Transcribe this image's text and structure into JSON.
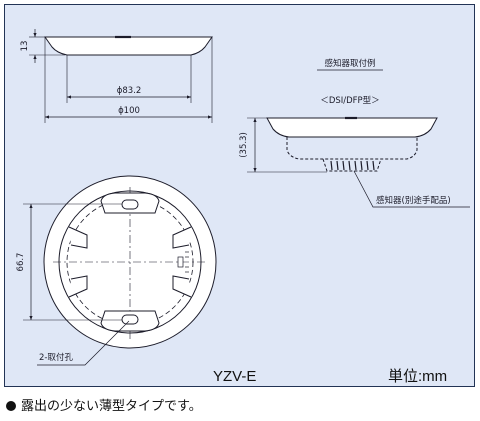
{
  "top_view": {
    "dim_height": "13",
    "dim_inner_dia": "ϕ83.2",
    "dim_outer_dia": "ϕ100"
  },
  "example": {
    "title": "感知器取付例",
    "subtitle": "＜DSI/DFP型＞",
    "dim_height": "(35.3)",
    "detector_label": "感知器(別途手配品)"
  },
  "bottom_view": {
    "dim_vertical": "66.7",
    "holes_label": "2-取付孔"
  },
  "model": "YZV-E",
  "unit": "単位:mm",
  "caption": "露出の少ない薄型タイプです。",
  "colors": {
    "panel_bg": "#dfe7f6",
    "line": "#1c1c2a",
    "body_fill": "#ffffff"
  }
}
